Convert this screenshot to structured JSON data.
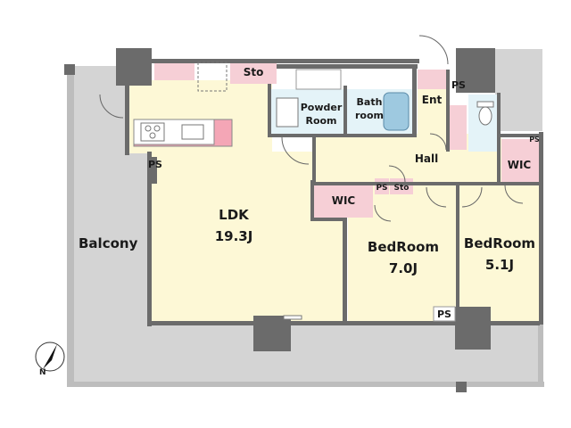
{
  "rooms": {
    "balcony": "Balcony",
    "ldk": "LDK",
    "ldk_size": "19.3J",
    "bedroom1": "BedRoom",
    "bedroom1_size": "7.0J",
    "bedroom2": "BedRoom",
    "bedroom2_size": "5.1J",
    "wic_center": "WIC",
    "wic_right": "WIC",
    "hall": "Hall",
    "entrance": "Ent",
    "powder_room_line1": "Powder",
    "powder_room_line2": "Room",
    "bathroom_line1": "Bath",
    "bathroom_line2": "room",
    "storage_top": "Sto",
    "storage_hall": "Sto",
    "ps_kitchen": "PS",
    "ps_hall": "PS",
    "ps_entrance": "PS",
    "ps_wic": "PS",
    "ps_bottom": "PS"
  },
  "compass": {
    "label": "N"
  },
  "colors": {
    "floor": "#fdf8d6",
    "balcony": "#d4d4d4",
    "wall": "#6b6b6b",
    "wet_area": "#e4f3f8",
    "storage": "#f6cfd6",
    "kitchen_counter": "#f4a6b6",
    "door_arc": "#666666"
  }
}
